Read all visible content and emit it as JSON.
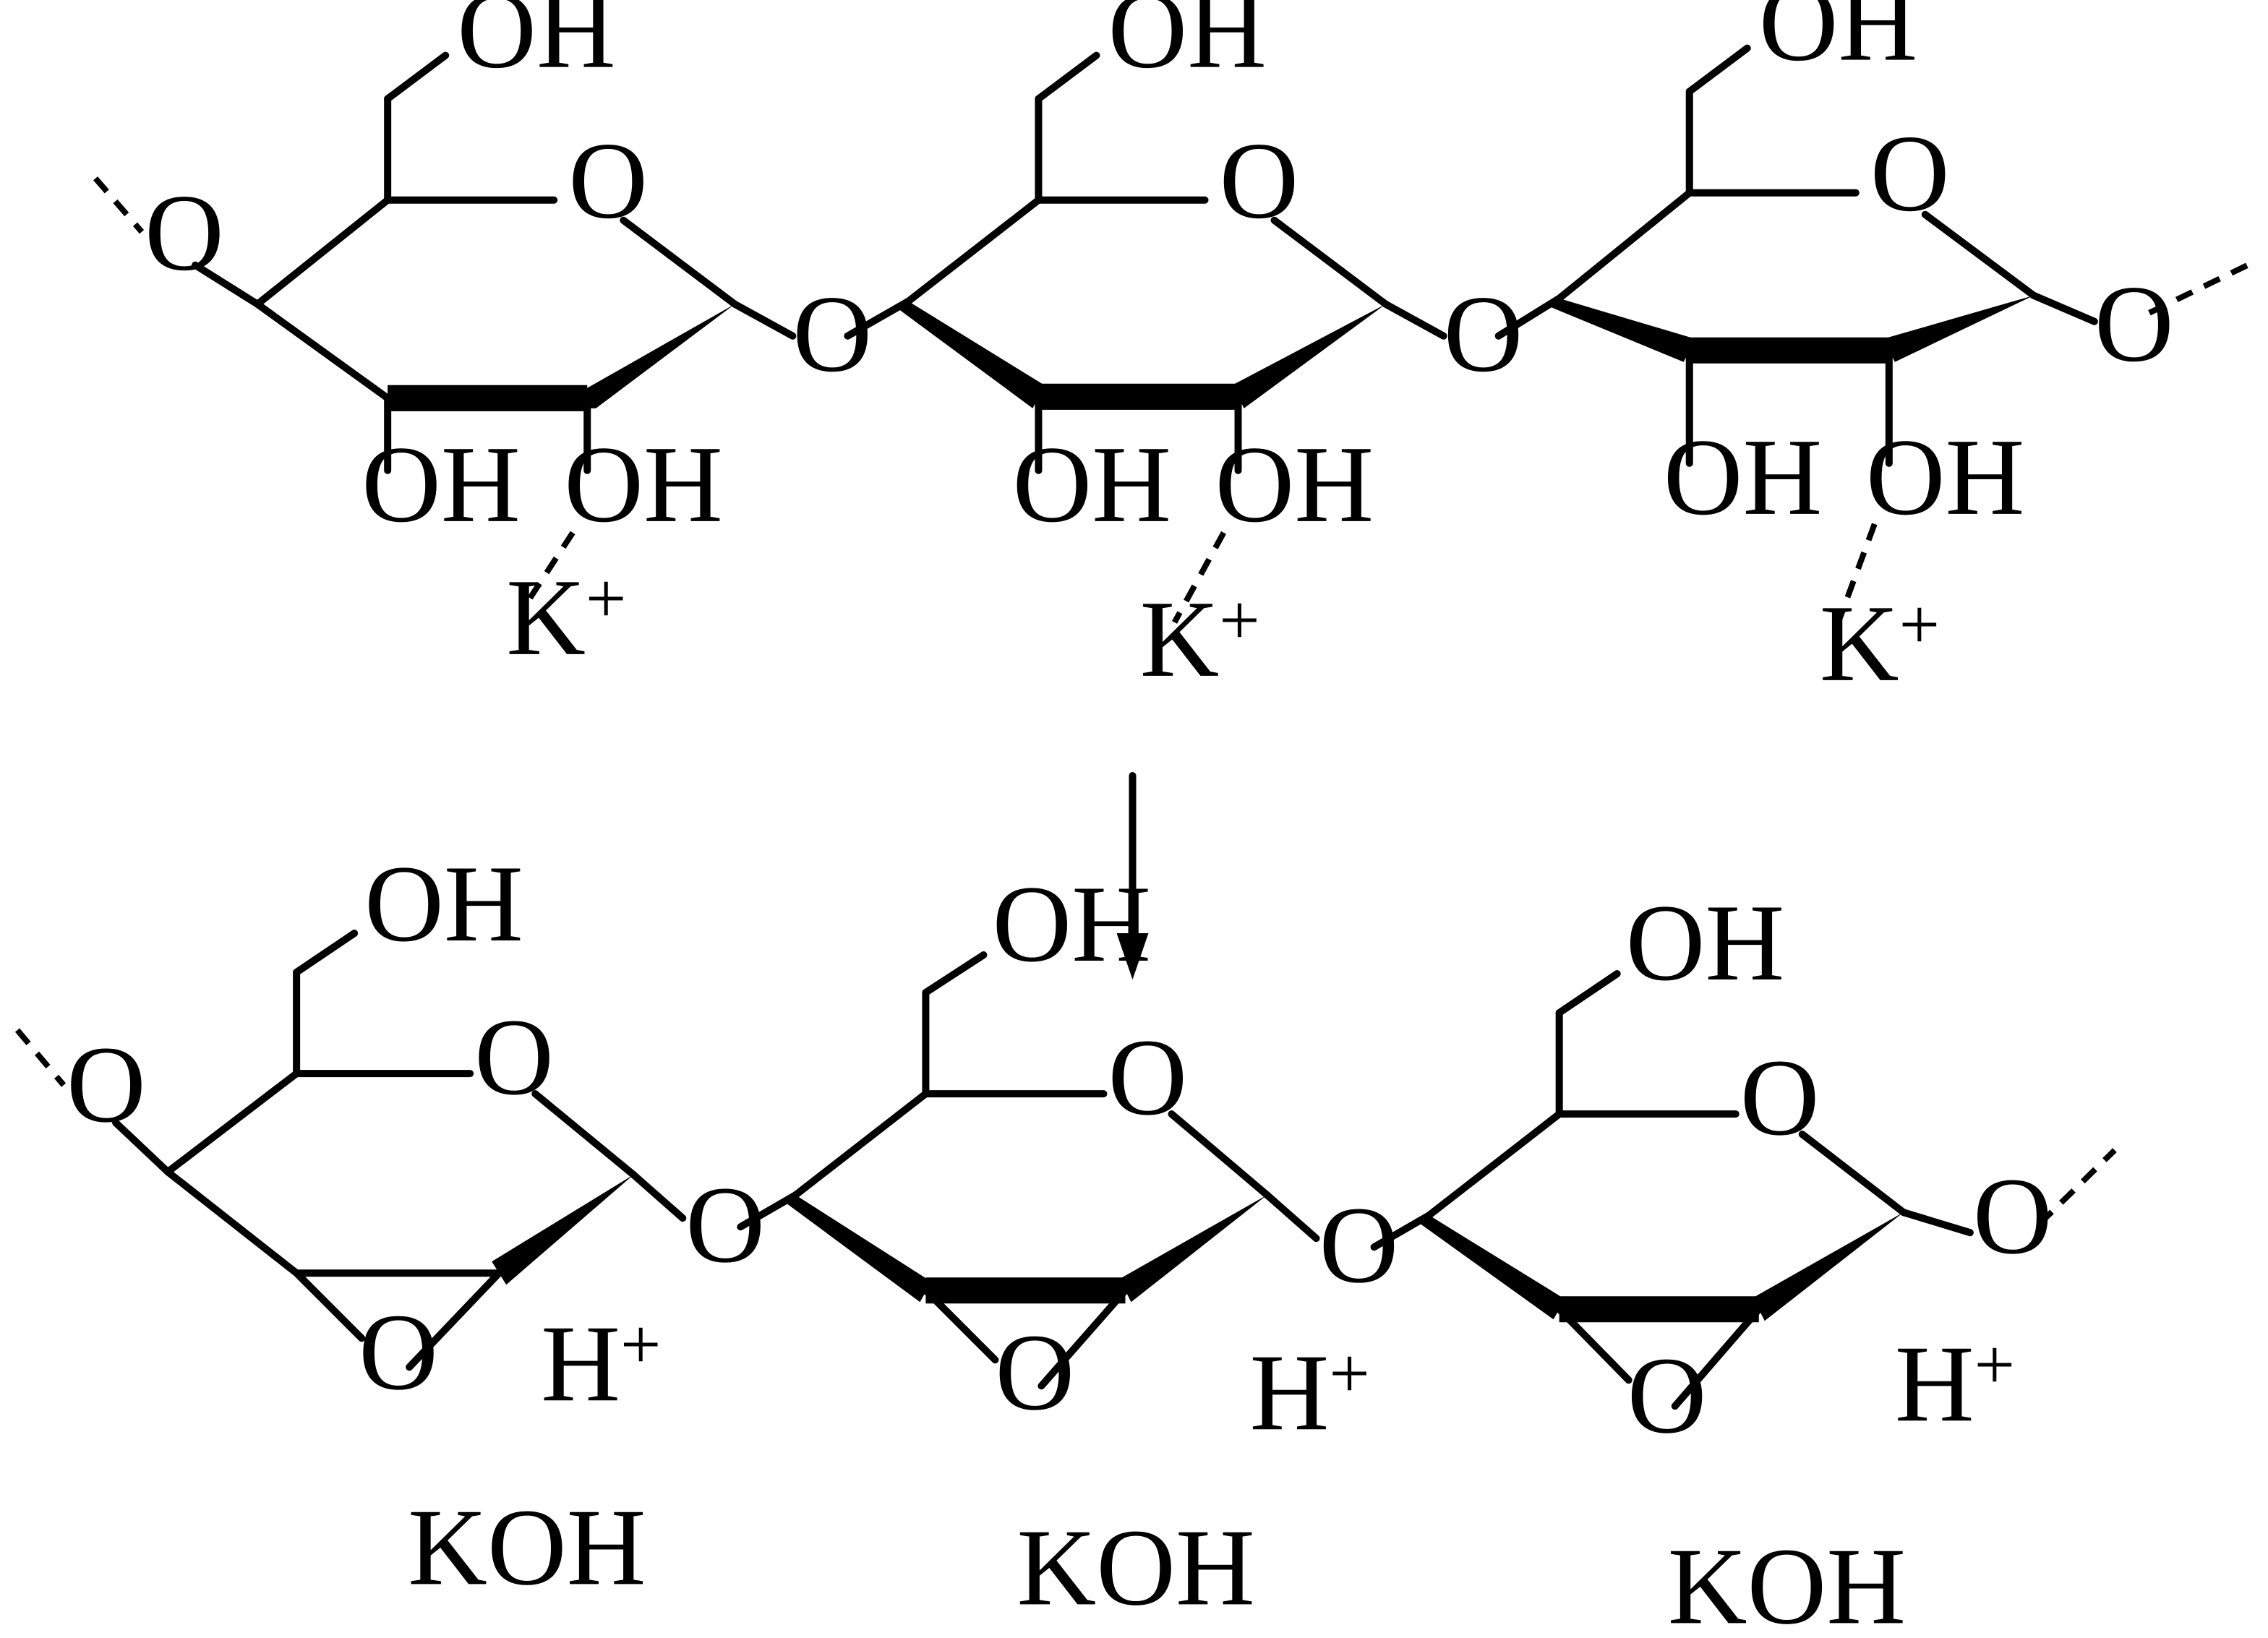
{
  "diagram": {
    "type": "reaction-scheme",
    "atoms": {
      "hydroxyl": "OH",
      "oxygen": "O",
      "potassium": "K",
      "proton": "H",
      "charge": "+"
    },
    "bottom_labels": [
      "KOH",
      "KOH",
      "KOH"
    ],
    "colors": {
      "stroke": "#000000",
      "background": "#ffffff"
    }
  }
}
